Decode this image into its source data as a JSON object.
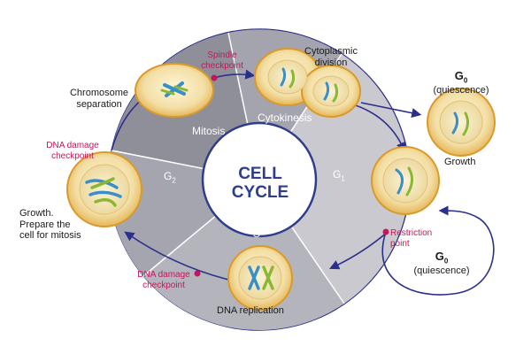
{
  "center": {
    "line1": "CELL",
    "line2": "CYCLE"
  },
  "phases": {
    "mitosis": "Mitosis",
    "cytokinesis": "Cytokinesis",
    "g1": {
      "letter": "G",
      "sub": "1"
    },
    "s": "S",
    "g2": {
      "letter": "G",
      "sub": "2"
    }
  },
  "labels": {
    "chromosome_separation": [
      "Chromosome",
      "separation"
    ],
    "cytoplasmic_division": [
      "Cytoplasmic",
      "division"
    ],
    "growth": "Growth",
    "dna_replication": "DNA replication",
    "growth_prepare": [
      "Growth.",
      "Prepare the",
      "cell for mitosis"
    ]
  },
  "checkpoints": {
    "spindle": [
      "Spindle",
      "checkpoint"
    ],
    "dna_damage_top": [
      "DNA damage",
      "checkpoint"
    ],
    "dna_damage_bottom": [
      "DNA damage",
      "checkpoint"
    ],
    "restriction": [
      "Restriction",
      "point"
    ]
  },
  "g0_top": {
    "letter": "G",
    "sub": "0",
    "text": "(quiescence)"
  },
  "g0_bottom": {
    "letter": "G",
    "sub": "0",
    "text": "(quiescence)"
  },
  "colors": {
    "arrow": "#2b2f8c",
    "checkpoint_dot": "#c2185b",
    "checkpoint_text": "#c2185b",
    "center_text": "#2f3e8c",
    "cell_fill": "#f2e0a8",
    "cell_rim": "#d99a2a",
    "chromosome_green": "#8ab833",
    "chromosome_blue": "#3a8fc9"
  }
}
